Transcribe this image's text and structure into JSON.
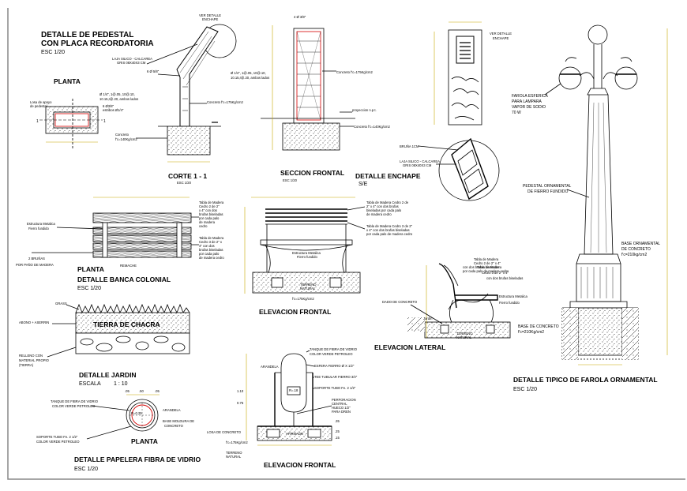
{
  "pedestal": {
    "title1": "DETALLE DE PEDESTAL",
    "title2": "CON PLACA RECORDATORIA",
    "scale": "ESC 1/20",
    "planta": "PLANTA",
    "corte": "CORTE 1 - 1",
    "corte_scale": "ESC 1/20",
    "ver_detalle": "VER DETALLE",
    "enchape": "ENCHAPE",
    "laja1": "LAJA SILICO - CALCAREA",
    "laja2": "GRIS 08X40X3 CM",
    "bar_top": "6 Ø 5/8\"",
    "stir1": "Ø 1/4\", 1@.05, 10@.10,",
    "stir2": "10.15,r@.20, ambos lados",
    "concrete": "Concreto f'c=175Kg/cm2",
    "losa1": "Losa de apoyo",
    "losa2": "de pedestal",
    "losa3": "6 Ø3/8\"",
    "losa4": "estribos Ø1/4\"",
    "base1": "Concreto",
    "base2": "f'c=140Kg/cm2"
  },
  "seccion": {
    "title": "SECCION FRONTAL",
    "scale": "ESC 1/20",
    "bar_top": "4 Ø 3/8\"",
    "stir1": "Ø 1/4\", 1@.05, 10@.10,",
    "stir2": "10.15,r@.20, ambos lados",
    "concrete": "Concreto f'c=175Kg/cm2",
    "proyeccion": "proyeccion n.p.t.",
    "base": "Concreto f'c=140Kg/cm2"
  },
  "enchape": {
    "ver_detalle": "VER DETALLE",
    "enchape": "ENCHAPE",
    "bruna": "BRUÑA 1CM",
    "laja1": "LAJA SILICO - CALCAREA",
    "laja2": "GRIS 08X40X3 CM",
    "title": "DETALLE ENCHAPE",
    "scale": "S/E"
  },
  "farola": {
    "label1": "FAROLA ESFERICA",
    "label2": "PARA LAMPARA",
    "label3": "VAPOR DE SODIO",
    "label4": "70 W",
    "ped1": "PEDESTAL ORNAMENTAL",
    "ped2": "DE FIERRO FUNDIDO",
    "base1": "BASE ORNAMENTAL",
    "base2": "DE CONCRETO",
    "base3": "f'c=210kg/cm2",
    "title": "DETALLE TIPICO DE FAROLA ORNAMENTAL",
    "scale": "ESC 1/20"
  },
  "banca": {
    "title": "DETALLE BANCA COLONIAL",
    "scale": "ESC 1/20",
    "planta": "PLANTA",
    "estructura1": "Estructura Metalica",
    "estructura2": "Fierro fundido",
    "tabla1a": "Tabla de Madera",
    "tabla1b": "Cedro 2 de 2\"",
    "tabla1c": "x 4\" con dos",
    "tabla1d": "brufas biseladas",
    "tabla1e": "por cada palo",
    "tabla1f": "de madera",
    "tabla1g": "cedro",
    "tabla2a": "Tabla de Madera",
    "tabla2b": "Cedro 3 de 2\" x",
    "tabla2c": "4\" con dos",
    "tabla2d": "brufas biseladas",
    "tabla2e": "por cada palo",
    "tabla2f": "de madera cedro",
    "brunas1": "2 BRUÑAS",
    "brunas2": "POR PAÑO DE MADERA",
    "remache": "REMACHE"
  },
  "elev_frontal": {
    "title": "ELEVACION FRONTAL",
    "t1a": "Tabla de Madera Cedro 2 de",
    "t1b": "2\" x 4\" con dos brufas",
    "t1c": "biseladas por cada palo",
    "t1d": "de madera cedro",
    "t2a": "Tabla de Madera Cedro 3 de 2\"",
    "t2b": "x 4\" con dos brufas biseladas",
    "t2c": "por cada palo de madera cedro",
    "estr1": "Estructura Metalica",
    "estr2": "Fierro fundido",
    "terreno1": "TERRENO",
    "terreno2": "NATURAL",
    "concreto": "f'c=175Kg/cm2"
  },
  "elev_lateral": {
    "title": "ELEVACION LATERAL",
    "t1a": "Tabla de Madera",
    "t1b": "Cedro 2 de 2\" x 4\"",
    "t1c": "con dos brufas biseladas",
    "t1d": "por cada palo de madera cedro",
    "t2a": "Tabla de Madera",
    "t2b": "Cedro 3 de 2\" x 4\"",
    "t2c": "con dos brufas biseladas",
    "estr1": "Estructura Metalica",
    "estr2": "Fierro fundido",
    "dado": "DADO DE CONCRETO",
    "jardin": "Jardin",
    "terreno1": "TERRENO",
    "terreno2": "NATURAL",
    "base1": "BASE DE CONCRETO",
    "base2": "f'c=210Kg/cm2"
  },
  "jardin": {
    "grass": "GRASS",
    "abono": "ABONO + ASERRIN",
    "tierra": "TIERRA DE CHACRA",
    "relleno1": "RELLENO CON",
    "relleno2": "MATERIAL PROPIO",
    "relleno3": "(TIERRA)",
    "title": "DETALLE JARDIN",
    "escala": "ESCALA",
    "escala_val": "1 : 10"
  },
  "papelera": {
    "tanque1": "TANQUE DE FIBRA DE VIDRIO",
    "tanque2": "COLOR VERDE PETROLEO",
    "arandela": "ARANDELA",
    "base1": "BASE MOLDURA DE",
    "base2": "CONCRETO",
    "radius": "R=0.25",
    "soporte1": "SOPORTE TUBO Fe. 2 1/2\"",
    "soporte2": "COLOR VERDE PETROLEO",
    "planta": "PLANTA",
    "dim_a": ".05",
    "dim_b": ".50",
    "dim_c": ".05",
    "title": "DETALLE PAPELERA FIBRA DE VIDRIO",
    "scale": "ESC 1/20"
  },
  "pap_elev": {
    "tanque1": "TANQUE DE FIBRA DE VIDRIO",
    "tanque2": "COLOR VERDE PETROLEO",
    "arandela": "ARANDELA",
    "esfera": "ESFERA FIERRO Ø X 1/2\"",
    "tee": "TEE TUBULAR FIERRO 3/4\"",
    "soporte": "SOPORTE TUBO Fe. 2 1/2\"",
    "perf1": "PERFORACION",
    "perf2": "CENTRAL",
    "perf3": "HUECO 1/2\"",
    "perf4": "PARA DREN",
    "losa": "LOSA DE CONCRETO",
    "concreto": "f'c=175Kg/cm2",
    "terreno1": "TERRENO",
    "terreno2": "NATURAL",
    "afirmado": "AFIRMADO",
    "r": "R=.18",
    "d1": "1.10",
    "d2": "0.75",
    "d3": ".35",
    "d4": ".25",
    "d5": ".15",
    "title": "ELEVACION FRONTAL"
  }
}
